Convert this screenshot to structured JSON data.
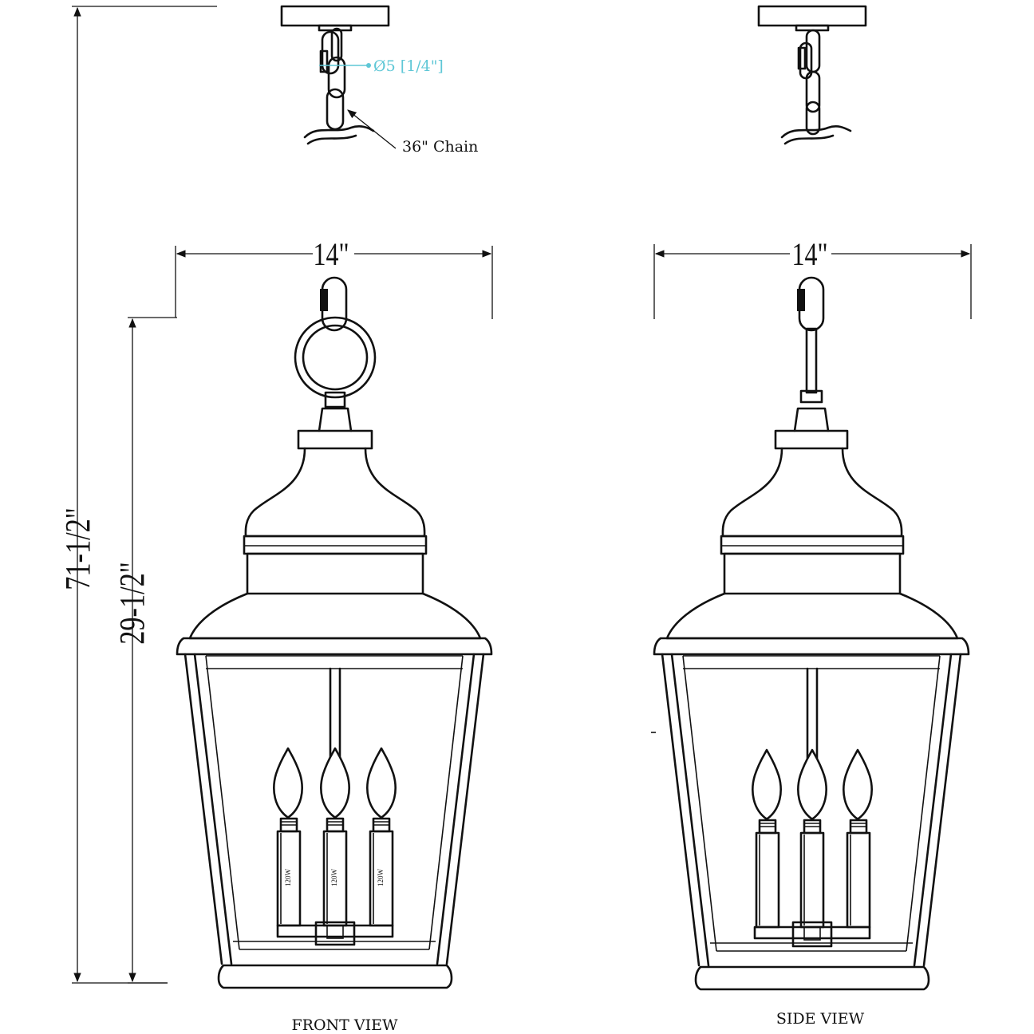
{
  "dimensions": {
    "overall_height": "71-1/2\"",
    "fixture_height": "29-1/2\"",
    "front_width": "14\"",
    "side_width": "14\""
  },
  "chain": {
    "link_size": "Ø5 [1/4\"]",
    "length": "36\" Chain"
  },
  "bulb_label": "120W",
  "views": {
    "front": "FRONT VIEW",
    "side": "SIDE VIEW"
  },
  "colors": {
    "line": "#111111",
    "callout": "#5fc7d6"
  }
}
